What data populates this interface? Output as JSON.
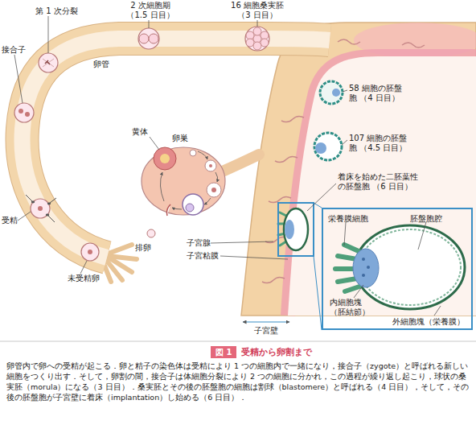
{
  "diagram": {
    "title": "受精から卵割まで",
    "caption": "卵管内で卵への受精が起こる．卵と精子の染色体は受精により 1 つの細胞内で一緒になり，接合子（zygote）と呼ばれる新しい細胞をつくり出す．そして，卵割の間，接合子は体細胞分裂により 2 つの細胞に分かれ，この過程が繰り返し起こり，球状の桑実胚（morula）になる（3 日目）．桑実胚とその後の胚盤胞の細胞は割球（blastomere）と呼ばれる（4 日目），そして，その後の胚盤胞が子宮壁に着床（implantation）し始める（6 日目）．",
    "nodes": [
      {
        "text": [
          "栄養膜細胞",
          "胚盤胞腔",
          "内細胞塊 （胚結節）",
          "外細胞塊（栄養膜）"
        ]
      },
      {
        "text": [
          "図 1"
        ]
      }
    ],
    "labels": [
      "第 1 次分裂",
      "2 次細胞期 （1.5 日目）",
      "接合子",
      "卵管",
      "16 細胞桑実胚 （3 日目）",
      "58 細胞の胚盤胞 （4 日目）",
      "107 細胞の胚盤胞 （4.5 日目）",
      "黄体",
      "卵巣",
      "着床を始めた二胚葉性の胚盤胞 （6 日目）",
      "受精",
      "未受精卵",
      "排卵",
      "子宮腺",
      "子宮粘膜",
      "子宮壁"
    ]
  }
}
